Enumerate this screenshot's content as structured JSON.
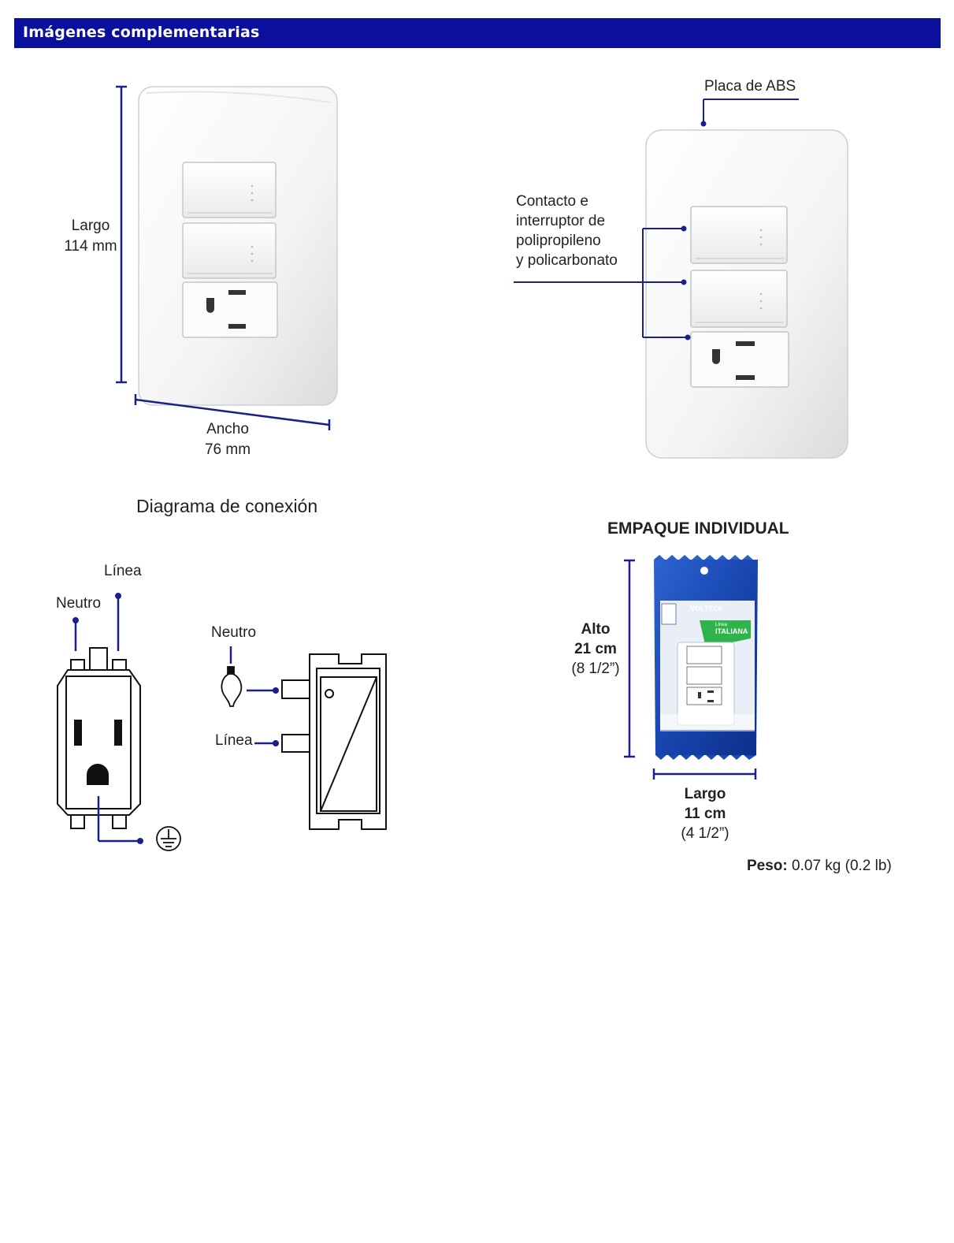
{
  "header": {
    "title": "Imágenes complementarias"
  },
  "product_front": {
    "height_label": "Largo",
    "height_value": "114 mm",
    "width_label": "Ancho",
    "width_value": "76 mm"
  },
  "product_callouts": {
    "plate_label": "Placa de ABS",
    "module_label_lines": [
      "Contacto e",
      "interruptor de",
      "polipropileno",
      "y policarbonato"
    ]
  },
  "connection_diagram": {
    "title": "Diagrama de conexión",
    "outlet_line_label": "Línea",
    "outlet_neutral_label": "Neutro",
    "switch_neutral_label": "Neutro",
    "switch_line_label": "Línea"
  },
  "packaging": {
    "title": "EMPAQUE INDIVIDUAL",
    "height_label": "Alto",
    "height_value": "21 cm",
    "height_inches": "(8 1/2”)",
    "width_label": "Largo",
    "width_value": "11 cm",
    "width_inches": "(4 1/2”)",
    "weight_label": "Peso:",
    "weight_value": "0.07 kg (0.2 lb)",
    "package_brand": "VOLTECK",
    "package_line_small": "Línea",
    "package_line_big": "ITALIANA"
  },
  "colors": {
    "header_bg": "#0a109c",
    "dimension_line": "#1b1f8a",
    "package_blue": "#1746b0",
    "package_green": "#2fb34a"
  }
}
